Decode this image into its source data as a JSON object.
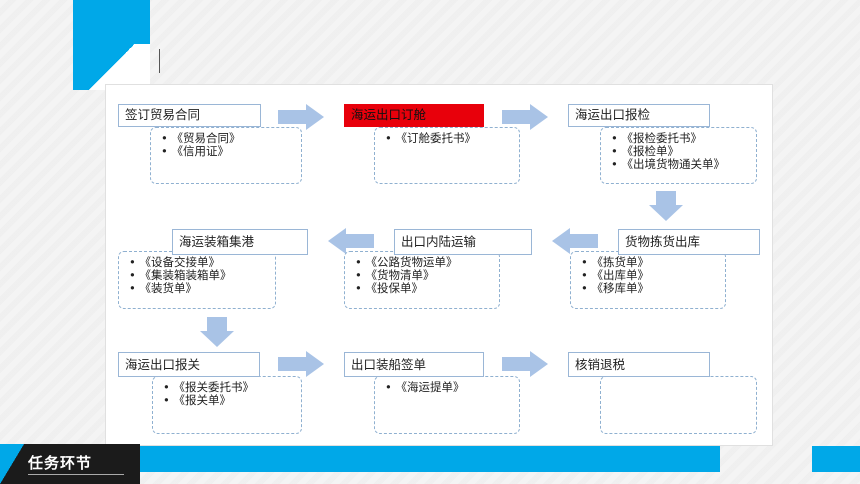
{
  "footer": {
    "title": "任务环节"
  },
  "flow": {
    "steps": [
      {
        "label": "签订贸易合同",
        "docs": [
          "《贸易合同》",
          "《信用证》"
        ]
      },
      {
        "label": "海运出口订舱",
        "docs": [
          "《订舱委托书》"
        ]
      },
      {
        "label": "海运出口报检",
        "docs": [
          "《报检委托书》",
          "《报检单》",
          "《出境货物通关单》"
        ]
      },
      {
        "label": "货物拣货出库",
        "docs": [
          "《拣货单》",
          "《出库单》",
          "《移库单》"
        ]
      },
      {
        "label": "出口内陆运输",
        "docs": [
          "《公路货物运单》",
          "《货物清单》",
          "《投保单》"
        ]
      },
      {
        "label": "海运装箱集港",
        "docs": [
          "《设备交接单》",
          "《集装箱装箱单》",
          "《装货单》"
        ]
      },
      {
        "label": "海运出口报关",
        "docs": [
          "《报关委托书》",
          "《报关单》"
        ]
      },
      {
        "label": "出口装船签单",
        "docs": [
          "《海运提单》"
        ]
      },
      {
        "label": "核销退税",
        "docs": []
      }
    ],
    "active_step": 1
  },
  "colors": {
    "accent": "#00a8e8",
    "active": "#e8000b",
    "arrow": "#a9c3e6"
  }
}
